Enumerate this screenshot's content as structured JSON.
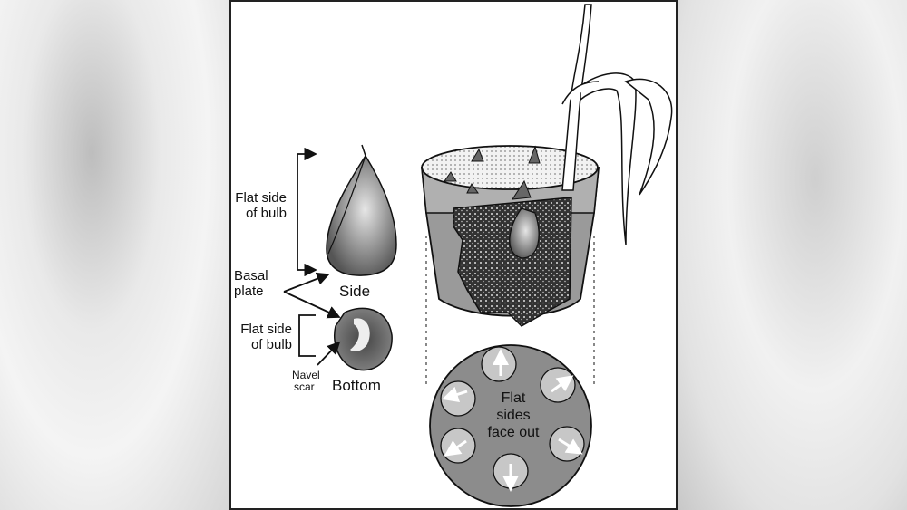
{
  "labels": {
    "flat_side_top_1": "Flat side",
    "flat_side_top_2": "of bulb",
    "basal_1": "Basal",
    "basal_2": "plate",
    "side": "Side",
    "flat_side_bottom_1": "Flat side",
    "flat_side_bottom_2": "of bulb",
    "navel_1": "Navel",
    "navel_2": "scar",
    "bottom": "Bottom",
    "center_1": "Flat",
    "center_2": "sides",
    "center_3": "face out"
  }
}
